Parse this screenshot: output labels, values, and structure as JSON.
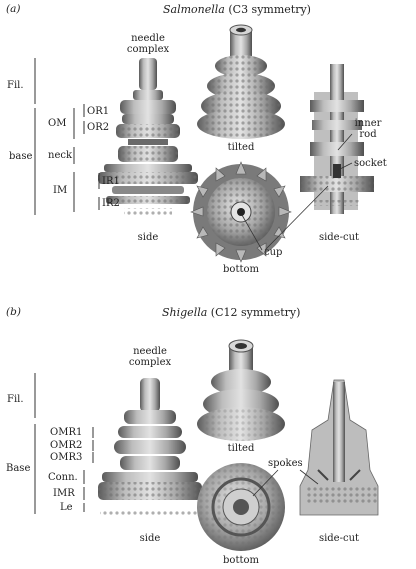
{
  "panel_a": {
    "letter": "(a)",
    "title_italic": "Salmonella",
    "title_rest": " (C3 symmetry)",
    "labels": {
      "needle1": "needle",
      "needle2": "complex",
      "fil": "Fil.",
      "om": "OM",
      "or1": "OR1",
      "or2": "OR2",
      "base": "base",
      "neck": "neck",
      "im": "IM",
      "ir1": "IR1",
      "ir2": "IR2",
      "side": "side",
      "tilted": "tilted",
      "bottom": "bottom",
      "cup": "cup",
      "inner1": "inner",
      "inner2": "rod",
      "socket": "socket",
      "sidecut": "side-cut"
    }
  },
  "panel_b": {
    "letter": "(b)",
    "title_italic": "Shigella",
    "title_rest": " (C12 symmetry)",
    "labels": {
      "needle1": "needle",
      "needle2": "complex",
      "fil": "Fil.",
      "omr1": "OMR1",
      "omr2": "OMR2",
      "omr3": "OMR3",
      "base": "Base",
      "conn": "Conn.",
      "imr": "IMR",
      "le": "Le",
      "side": "side",
      "tilted": "tilted",
      "bottom": "bottom",
      "spokes": "spokes",
      "sidecut": "side-cut"
    }
  }
}
